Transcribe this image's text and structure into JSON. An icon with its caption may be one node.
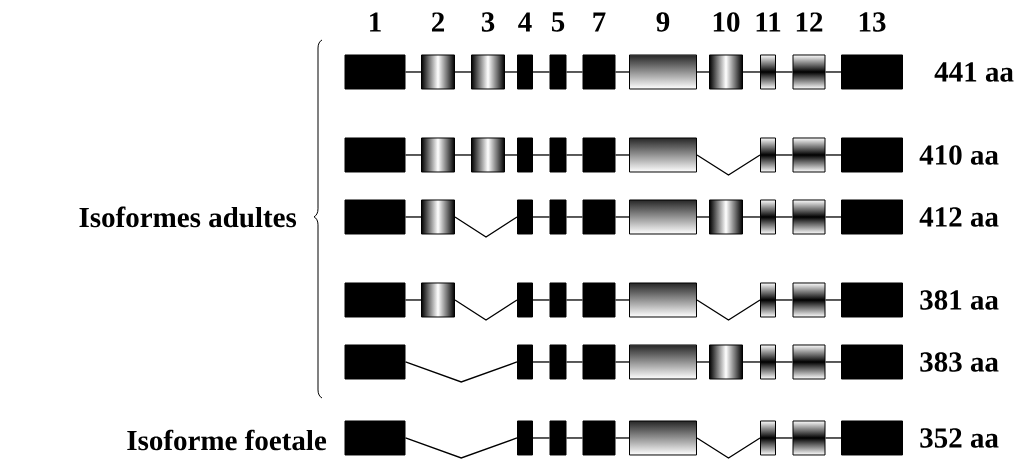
{
  "diagram": {
    "nodes": [
      {
        "text": [],
        "shape": "box"
      },
      {
        "text": [],
        "shape": "box"
      },
      {
        "text": [],
        "shape": "box"
      },
      {
        "text": [],
        "shape": "box"
      },
      {
        "text": [],
        "shape": "box"
      },
      {
        "text": [],
        "shape": "box"
      },
      {
        "text": [],
        "shape": "box"
      },
      {
        "text": [],
        "shape": "box"
      },
      {
        "text": [],
        "shape": "box"
      },
      {
        "text": [],
        "shape": "box"
      },
      {
        "text": [],
        "shape": "box"
      },
      {
        "text": [],
        "shape": "box"
      },
      {
        "text": [],
        "shape": "box"
      },
      {
        "text": [],
        "shape": "box"
      },
      {
        "text": [],
        "shape": "box"
      },
      {
        "text": [],
        "shape": "box"
      },
      {
        "text": [],
        "shape": "box"
      },
      {
        "text": [],
        "shape": "box"
      },
      {
        "text": [],
        "shape": "box"
      },
      {
        "text": [],
        "shape": "box"
      },
      {
        "text": [],
        "shape": "box"
      },
      {
        "text": [],
        "shape": "box"
      },
      {
        "text": [],
        "shape": "box"
      },
      {
        "text": [],
        "shape": "box"
      },
      {
        "text": [],
        "shape": "box"
      },
      {
        "text": [],
        "shape": "box"
      },
      {
        "text": [],
        "shape": "box"
      },
      {
        "text": [],
        "shape": "box"
      },
      {
        "text": [],
        "shape": "box"
      },
      {
        "text": [],
        "shape": "box"
      },
      {
        "text": [],
        "shape": "box"
      },
      {
        "text": [],
        "shape": "box"
      },
      {
        "text": [],
        "shape": "box"
      },
      {
        "text": [],
        "shape": "box"
      },
      {
        "text": [],
        "shape": "box"
      },
      {
        "text": [],
        "shape": "box"
      },
      {
        "text": [],
        "shape": "box"
      },
      {
        "text": [],
        "shape": "box"
      },
      {
        "text": [],
        "shape": "box"
      },
      {
        "text": [],
        "shape": "box"
      },
      {
        "text": [],
        "shape": "box"
      },
      {
        "text": [],
        "shape": "box"
      },
      {
        "text": [],
        "shape": "box"
      },
      {
        "text": [],
        "shape": "box"
      },
      {
        "text": [],
        "shape": "box"
      },
      {
        "text": [],
        "shape": "box"
      },
      {
        "text": [],
        "shape": "box"
      },
      {
        "text": [],
        "shape": "box"
      },
      {
        "text": [],
        "shape": "box"
      },
      {
        "text": [],
        "shape": "box"
      },
      {
        "text": [],
        "shape": "box"
      },
      {
        "text": [],
        "shape": "box"
      },
      {
        "text": [],
        "shape": "box"
      },
      {
        "text": [],
        "shape": "box"
      },
      {
        "text": [],
        "shape": "box"
      },
      {
        "text": [],
        "shape": "box"
      },
      {
        "text": [],
        "shape": "box"
      }
    ],
    "edges": [
      {
        "from": 0,
        "to": 1,
        "arrow": "none"
      },
      {
        "from": 1,
        "to": 2,
        "arrow": "none"
      },
      {
        "from": 2,
        "to": 3,
        "arrow": "none"
      },
      {
        "from": 3,
        "to": 4,
        "arrow": "none"
      },
      {
        "from": 4,
        "to": 5,
        "arrow": "none"
      },
      {
        "from": 5,
        "to": 6,
        "arrow": "none"
      },
      {
        "from": 6,
        "to": 7,
        "arrow": "none"
      },
      {
        "from": 7,
        "to": 8,
        "arrow": "none"
      },
      {
        "from": 8,
        "to": 9,
        "arrow": "none"
      },
      {
        "from": 9,
        "to": 10,
        "arrow": "none"
      },
      {
        "from": 11,
        "to": 12,
        "arrow": "none"
      },
      {
        "from": 12,
        "to": 13,
        "arrow": "none"
      },
      {
        "from": 13,
        "to": 14,
        "arrow": "none"
      },
      {
        "from": 14,
        "to": 15,
        "arrow": "none"
      },
      {
        "from": 15,
        "to": 16,
        "arrow": "none"
      },
      {
        "from": 16,
        "to": 17,
        "arrow": "none"
      },
      {
        "from": 17,
        "to": 18,
        "arrow": "none"
      },
      {
        "from": 18,
        "to": 19,
        "arrow": "none"
      },
      {
        "from": 19,
        "to": 20,
        "arrow": "none"
      },
      {
        "from": 21,
        "to": 22,
        "arrow": "none"
      },
      {
        "from": 22,
        "to": 23,
        "arrow": "none"
      },
      {
        "from": 23,
        "to": 24,
        "arrow": "none"
      },
      {
        "from": 24,
        "to": 25,
        "arrow": "none"
      },
      {
        "from": 25,
        "to": 26,
        "arrow": "none"
      },
      {
        "from": 26,
        "to": 27,
        "arrow": "none"
      },
      {
        "from": 27,
        "to": 28,
        "arrow": "none"
      },
      {
        "from": 28,
        "to": 29,
        "arrow": "none"
      },
      {
        "from": 29,
        "to": 30,
        "arrow": "none"
      },
      {
        "from": 31,
        "to": 32,
        "arrow": "none"
      },
      {
        "from": 32,
        "to": 33,
        "arrow": "none"
      },
      {
        "from": 33,
        "to": 34,
        "arrow": "none"
      },
      {
        "from": 34,
        "to": 35,
        "arrow": "none"
      },
      {
        "from": 35,
        "to": 36,
        "arrow": "none"
      },
      {
        "from": 36,
        "to": 37,
        "arrow": "none"
      },
      {
        "from": 37,
        "to": 38,
        "arrow": "none"
      },
      {
        "from": 38,
        "to": 39,
        "arrow": "none"
      },
      {
        "from": 40,
        "to": 41,
        "arrow": "none"
      },
      {
        "from": 41,
        "to": 42,
        "arrow": "none"
      },
      {
        "from": 42,
        "to": 43,
        "arrow": "none"
      },
      {
        "from": 43,
        "to": 44,
        "arrow": "none"
      },
      {
        "from": 44,
        "to": 45,
        "arrow": "none"
      },
      {
        "from": 45,
        "to": 46,
        "arrow": "none"
      },
      {
        "from": 46,
        "to": 47,
        "arrow": "none"
      },
      {
        "from": 47,
        "to": 48,
        "arrow": "none"
      },
      {
        "from": 49,
        "to": 50,
        "arrow": "none"
      },
      {
        "from": 50,
        "to": 51,
        "arrow": "none"
      },
      {
        "from": 51,
        "to": 52,
        "arrow": "none"
      },
      {
        "from": 52,
        "to": 53,
        "arrow": "none"
      },
      {
        "from": 53,
        "to": 54,
        "arrow": "none"
      },
      {
        "from": 54,
        "to": 55,
        "arrow": "none"
      },
      {
        "from": 55,
        "to": 56,
        "arrow": "none"
      }
    ],
    "labels": [
      "1",
      "2",
      "3",
      "4",
      "5",
      "7",
      "9",
      "10",
      "11",
      "12",
      "13",
      "441 aa",
      "410 aa",
      "Isoformes adultes",
      "412 aa",
      "381 aa",
      "383 aa",
      "Isoforme foetale",
      "352 aa"
    ]
  }
}
